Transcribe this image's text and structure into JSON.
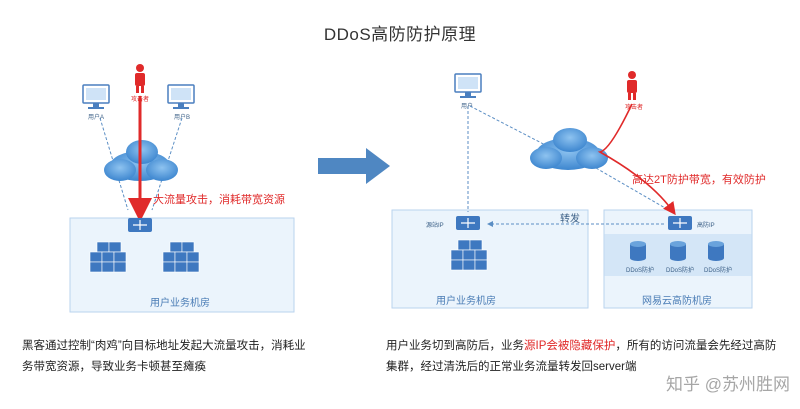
{
  "title": "DDoS高防防护原理",
  "left": {
    "attacker_label": "攻击者",
    "user_a_label": "用户A",
    "user_b_label": "用户B",
    "annotation": "大流量攻击，消耗带宽资源",
    "room_label": "用户业务机房",
    "description": "黑客通过控制“肉鸡”向目标地址发起大流量攻击，消耗业务带宽资源，导致业务卡顿甚至瘫痪"
  },
  "right": {
    "attacker_label": "攻击者",
    "user_label": "用户",
    "annotation": "高达2T防护带宽，有效防护",
    "forward_label": "转发",
    "origin_label": "源站IP",
    "ip_label": "高防IP",
    "node1_label": "DDoS防护",
    "node2_label": "DDoS防护",
    "node3_label": "DDoS防护",
    "room_user_label": "用户业务机房",
    "room_cloud_label": "网易云高防机房",
    "desc_part1": "用户业务切到高防后，业务",
    "desc_highlight": "源IP会被隐藏保护",
    "desc_part2": "，所有的访问流量会先经过高防集群，经过清洗后的正常业务流量转发回server端"
  },
  "watermark": "知乎 @苏州胜网",
  "colors": {
    "attack_red": "#e02a2a",
    "flow_blue": "#5b8ec4",
    "arrow_blue": "#4f87c2",
    "room_fill": "#deecfa"
  }
}
